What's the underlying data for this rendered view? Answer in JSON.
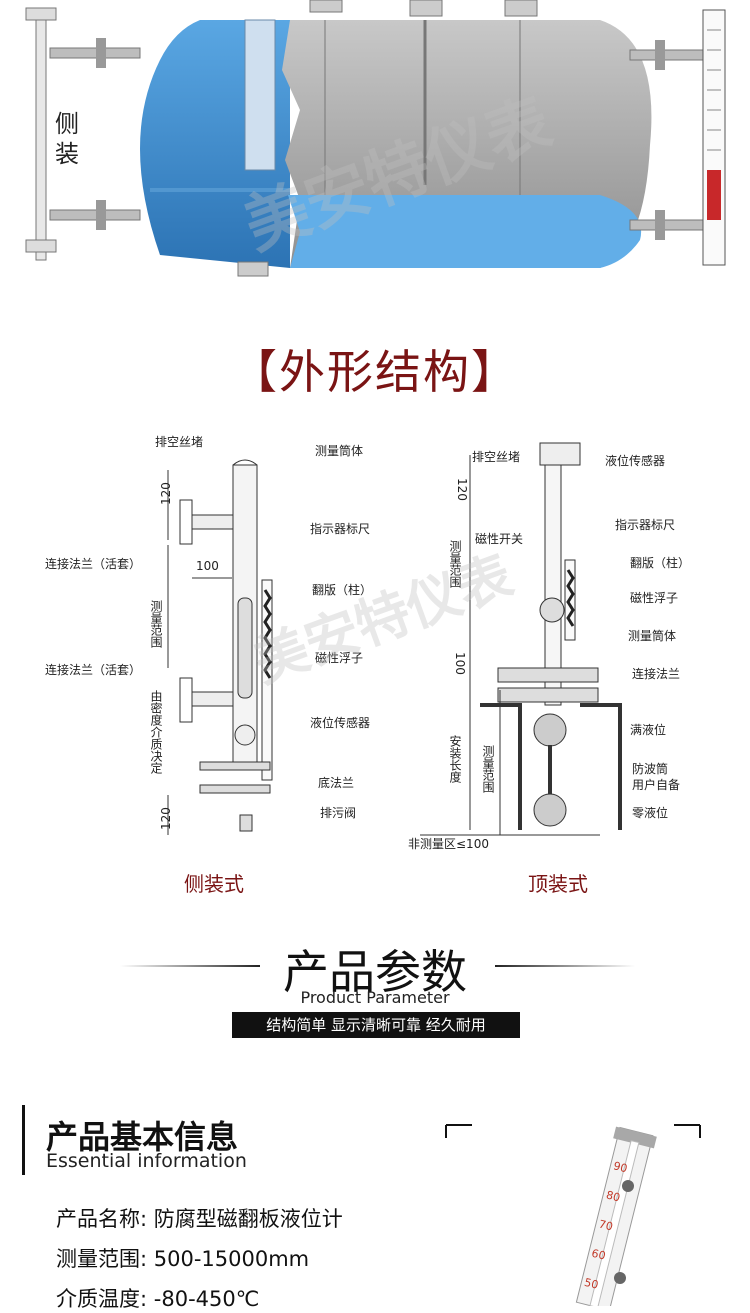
{
  "hero": {
    "side_label_1": "侧",
    "side_label_2": "装",
    "watermark": "美安特仪表"
  },
  "section_title": "【外形结构】",
  "side_drawing": {
    "caption": "侧装式",
    "labels": {
      "vent_plug": "排空丝堵",
      "tube": "测量筒体",
      "indicator_scale": "指示器标尺",
      "flap": "翻版（柱）",
      "float": "磁性浮子",
      "sensor": "液位传感器",
      "bottom_flange": "底法兰",
      "drain_valve": "排污阀",
      "flange_top": "连接法兰（活套）",
      "flange_bottom": "连接法兰（活套）",
      "measure_range": "测量范围",
      "density_note": "由密度介质决定",
      "dim_120_top": "120",
      "dim_100": "100",
      "dim_120_bottom": "120"
    }
  },
  "top_drawing": {
    "caption": "顶装式",
    "labels": {
      "vent_plug": "排空丝堵",
      "sensor": "液位传感器",
      "indicator_scale": "指示器标尺",
      "magnetic_switch": "磁性开关",
      "flap": "翻版（柱）",
      "float": "磁性浮子",
      "tube": "测量筒体",
      "flange": "连接法兰",
      "full_level": "满液位",
      "wave_tube_1": "防波筒",
      "wave_tube_2": "用户自备",
      "zero_level": "零液位",
      "non_measure": "非测量区≤100",
      "measure_range": "测量范围",
      "install_length": "安装长度",
      "dim_120": "120",
      "dim_100": "100"
    }
  },
  "params": {
    "title": "产品参数",
    "subtitle": "Product Parameter",
    "tagline": "结构简单 显示清晰可靠 经久耐用"
  },
  "info": {
    "title": "产品基本信息",
    "subtitle": "Essential information",
    "specs": [
      {
        "label": "产品名称:",
        "value": "防腐型磁翻板液位计"
      },
      {
        "label": "测量范围:",
        "value": "500-15000mm"
      },
      {
        "label": "介质温度:",
        "value": "-80-450℃"
      }
    ],
    "scale_marks": [
      "90",
      "80",
      "70",
      "60",
      "50"
    ]
  },
  "colors": {
    "accent_red": "#7a1414",
    "tank_blue": "#3f8fd0",
    "tank_gray": "#a6a6a6",
    "liquid_blue": "#62aee8"
  }
}
